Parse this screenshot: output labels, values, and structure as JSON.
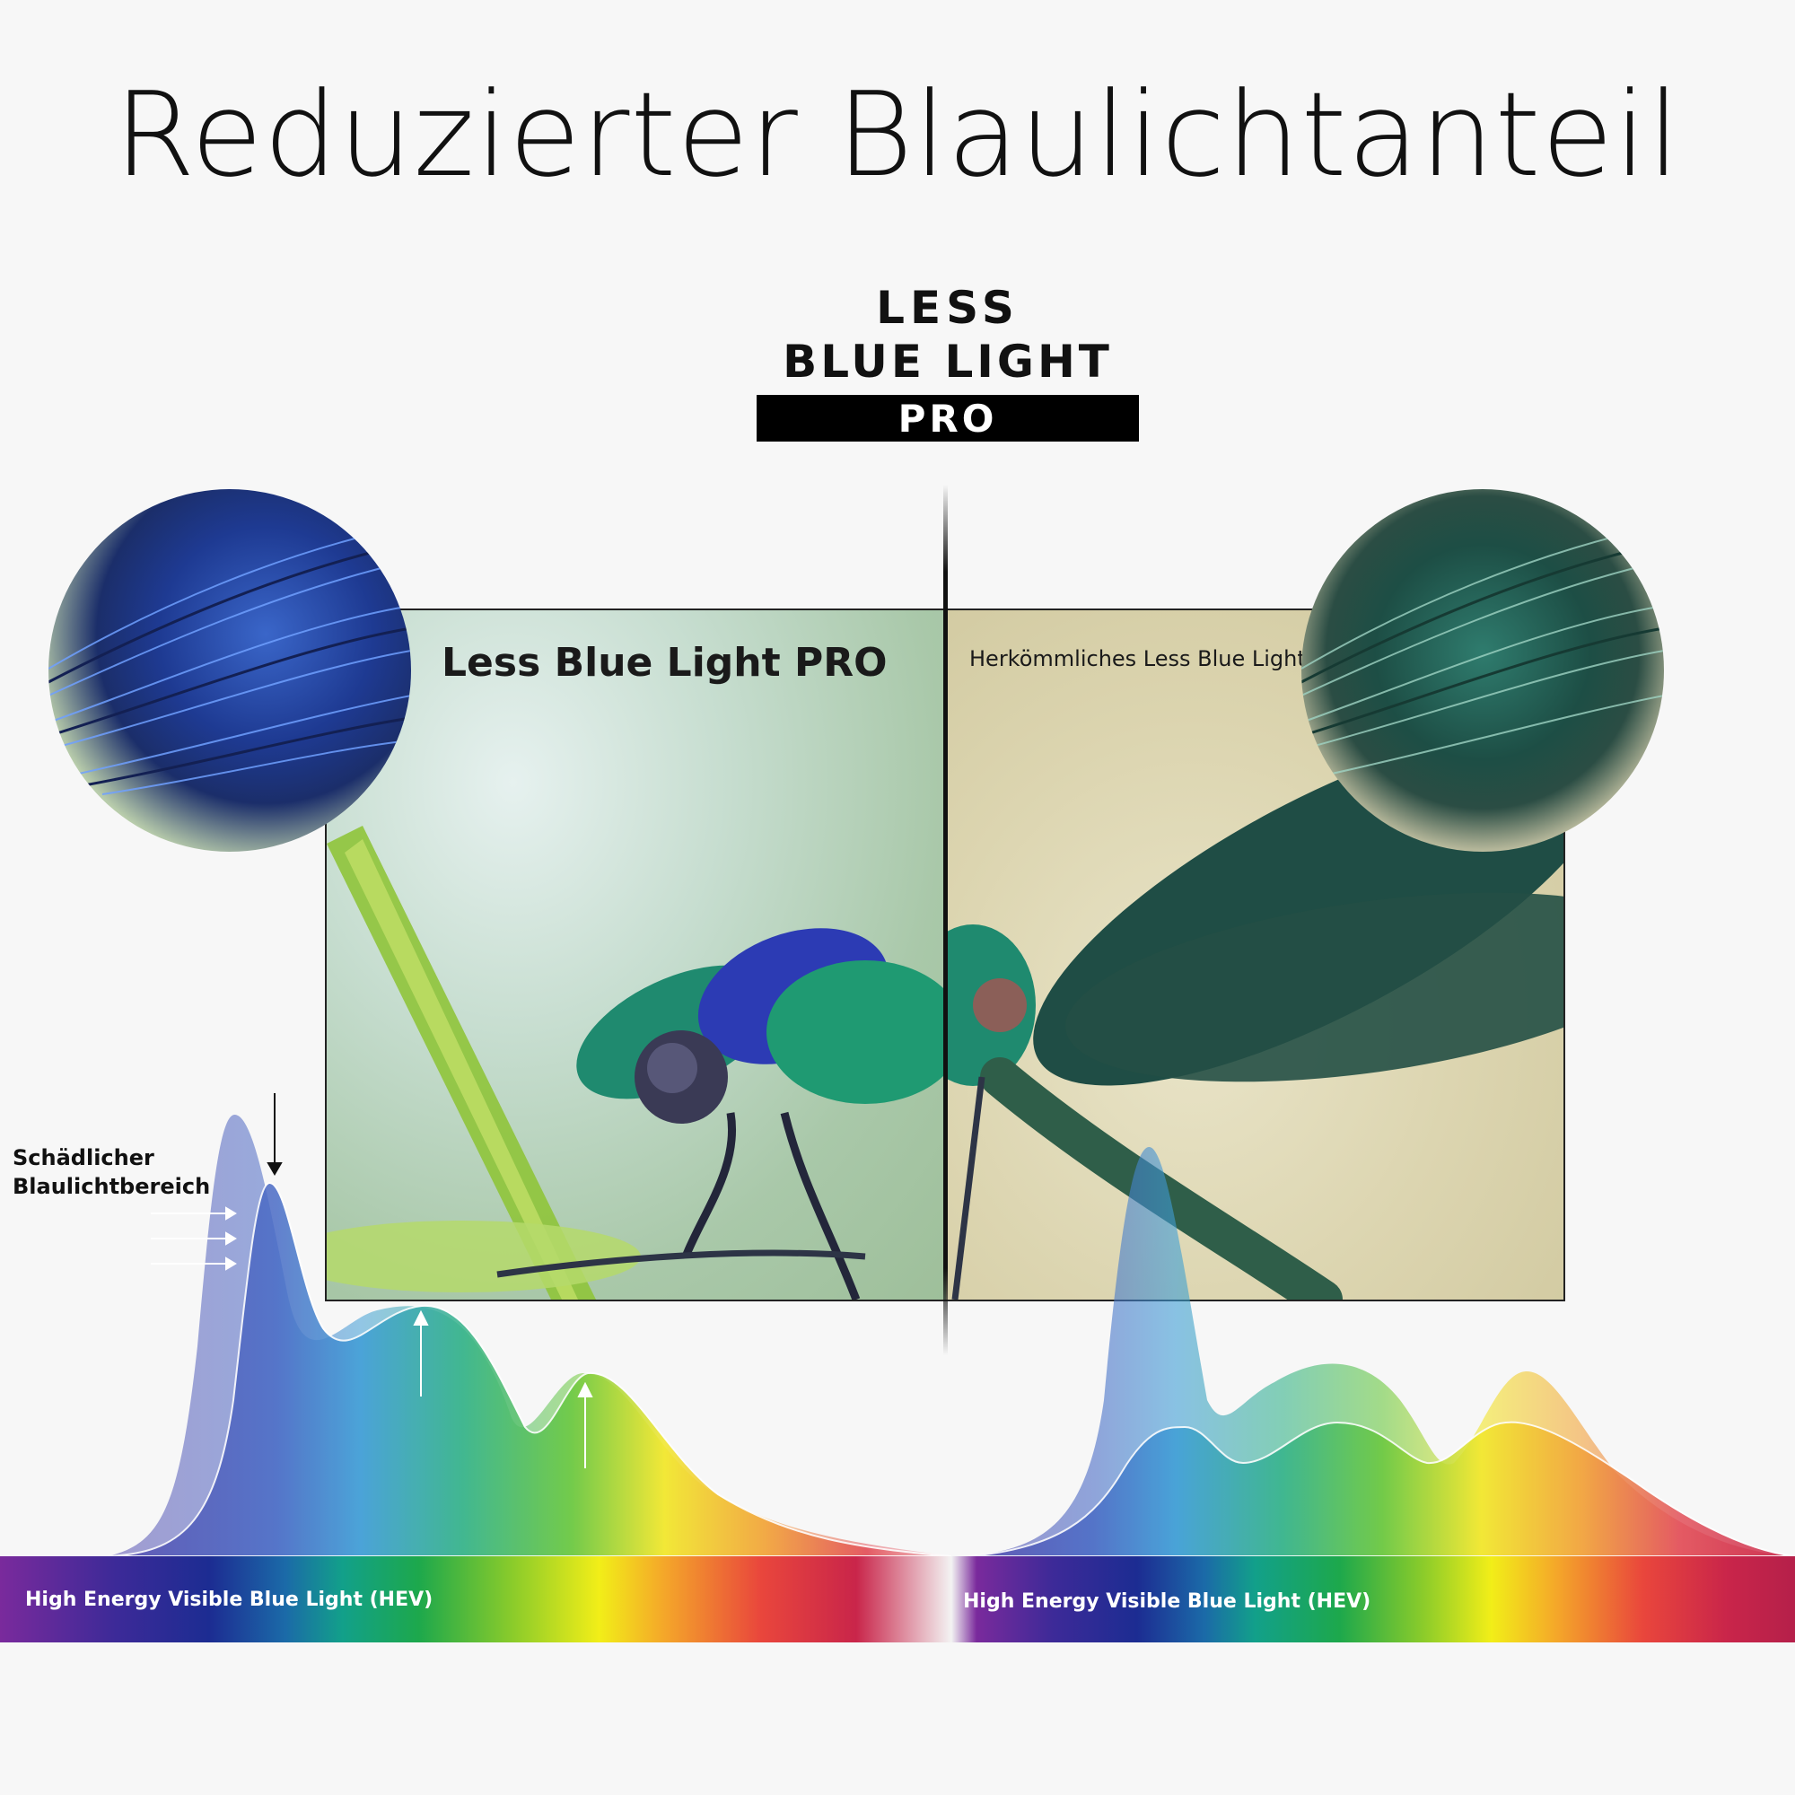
{
  "headline": "Reduzierter Blaulichtanteil",
  "logo": {
    "line1": "LESS",
    "line2": "BLUE LIGHT",
    "badge": "PRO"
  },
  "comparison": {
    "left_label": "Less Blue Light PRO",
    "right_label": "Herkömmliches Less Blue Light"
  },
  "spectrum": {
    "harmful_label_line1": "Schädlicher",
    "harmful_label_line2": "Blaulichtbereich",
    "hev_label_left": "High Energy Visible Blue Light (HEV)",
    "hev_label_right": "High Energy Visible Blue Light (HEV)"
  },
  "colors": {
    "accent_blue": "#1e3a92",
    "accent_green": "#2f7c6e",
    "background": "#f7f7f7"
  }
}
